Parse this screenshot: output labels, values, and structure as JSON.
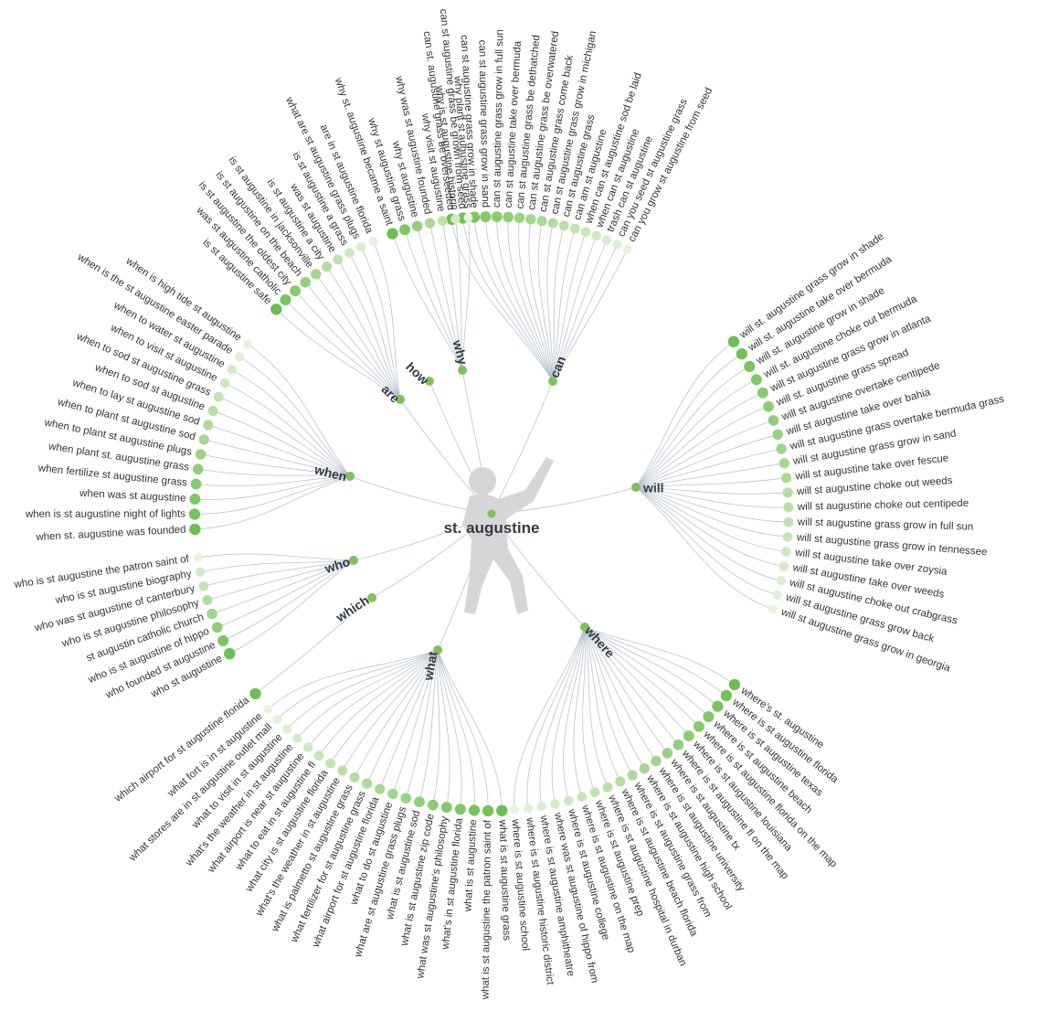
{
  "center": {
    "label": "st. augustine",
    "illustration": "silhouette-of-person-holding-arm-raised",
    "node_color": "#7cc45a"
  },
  "colors": {
    "node_strong": "#6bbf4e",
    "node_faint": "#e8f3de",
    "edge": "#b9c3cf",
    "text": "#333333",
    "category_text": "#333a44",
    "figure": "#d4d4d4"
  },
  "branches": [
    {
      "label": "can",
      "items": [
        "can st. augustine grass be overseeded",
        "can st augustine grass be grown from seed",
        "can st augustine grass grow in shade",
        "can st augustine grass grow in sand",
        "can st augustine grass grow in full sun",
        "can st augustine take over bermuda",
        "can st augustine grass be dethatched",
        "can st augustine grass be overwatered",
        "can st augustine grass come back",
        "can st augustine grass grow in michigan",
        "can st augustine grass",
        "can am st augustine",
        "when can st augustine sod be laid",
        "when can st augustine",
        "trash can st augustine",
        "can you seed st augustine grass",
        "can you grow st augustine from seed"
      ]
    },
    {
      "label": "will",
      "items": [
        "will st. augustine grass grow in shade",
        "will st. augustine take over bermuda",
        "will st. augustine grow in shade",
        "will st. augustine choke out bermuda",
        "will st augustine grass grow in atlanta",
        "will st. augustine grass spread",
        "will st augustine overtake centipede",
        "will st augustine take over bahia",
        "will st augustine grass overtake bermuda grass",
        "will st augustine grass grow in sand",
        "will st augustine take over fescue",
        "will st augustine choke out weeds",
        "will st augustine choke out centipede",
        "will st augustine grass grow in full sun",
        "will st augustine grass grow in tennessee",
        "will st augustine take over zoysia",
        "will st augustine take over weeds",
        "will st augustine choke out crabgrass",
        "will st augustine grass grow back",
        "will st augustine grass grow in georgia"
      ]
    },
    {
      "label": "where",
      "items": [
        "where's st. augustine",
        "where is st augustine florida",
        "where is st augustine texas",
        "where is st augustine beach",
        "where is st augustine florida on the map",
        "where is st augustine louisiana",
        "where is st augustine fl on the map",
        "where is st augustine tx",
        "where is st augustine university",
        "where is st augustine high school",
        "where is st augustine grass from",
        "where is st augustine beach florida",
        "where is st augustine hospital in durban",
        "where is st augustine prep",
        "where is st augustine on the map",
        "where is st augustine college",
        "where was st augustine of hippo from",
        "where is st augustine amphitheatre",
        "where is st augustine historic district",
        "where is st augustine school"
      ]
    },
    {
      "label": "what",
      "items": [
        "what is st augustine grass",
        "what is st augustine the patron saint of",
        "what is st augustine",
        "what's in st augustine florida",
        "what was st augustine's philosophy",
        "what is st augustine zip code",
        "what is st augustine sod",
        "what are st augustine grass plugs",
        "what to do st augustine",
        "what airport for st augustine florida",
        "what fertilizer for st augustine grass",
        "what is palmetto st augustine grass",
        "what's the weather in st augustine",
        "what city is st augustine florida",
        "what to eat in st augustine fl",
        "what airport is near st augustine",
        "what's the weather in st augustine",
        "what to visit in st augustine",
        "what stores are in st augustine outlet mall",
        "what fort is in st augustine"
      ]
    },
    {
      "label": "which",
      "items": [
        "which airport for st augustine florida"
      ]
    },
    {
      "label": "who",
      "items": [
        "who st augustine",
        "who founded st augustine",
        "who is st augustine of hippo",
        "st augustin catholic church",
        "who is st augustine philosophy",
        "who was st augustine of canterbury",
        "who is st augustine biography",
        "who is st augustine the patron saint of"
      ]
    },
    {
      "label": "when",
      "items": [
        "when st. augustine was founded",
        "when is st augustine night of lights",
        "when was st augustine",
        "when fertilize st augustine grass",
        "when plant st. augustine grass",
        "when to plant st augustine plugs",
        "when to plant st augustine sod",
        "when to lay st augustine sod",
        "when to sod st augustine",
        "when to sod st augustine grass",
        "when to visit st augustine",
        "when to water st augustine",
        "when is the st augustine easter parade",
        "when is high tide st augustine"
      ]
    },
    {
      "label": "are",
      "items": [
        "is st augustine safe",
        "was st augustine catholic",
        "is st augustine the oldest city",
        "is st augustine on the beach",
        "is st augustine in jacksonville",
        "is st augustine a city",
        "was st augustine",
        "is st augustine a grass",
        "what are st augustine grass plugs",
        "are in st augustine florida"
      ]
    },
    {
      "label": "how",
      "items": []
    },
    {
      "label": "why",
      "items": [
        "why st. augustine became a saint",
        "why st augustine grass",
        "why st augustine",
        "why was st augustine founded",
        "why visit st augustine",
        "why is st augustine historic",
        "why plant st augustine grass"
      ]
    }
  ]
}
